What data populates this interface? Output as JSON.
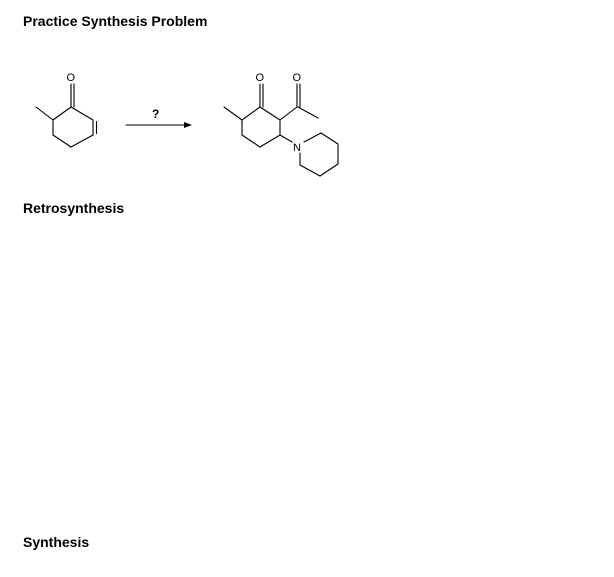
{
  "document": {
    "title": "Practice Synthesis Problem",
    "sections": [
      {
        "heading": "Retrosynthesis"
      },
      {
        "heading": "Synthesis"
      }
    ]
  },
  "scheme": {
    "reagent": "?",
    "starting_material": {
      "description_icon": "cyclohexenyl-methyl-ketone-structure",
      "atoms": {
        "oxygen": "O"
      }
    },
    "product": {
      "description_icon": "piperidinyl-cyclohexane-dione-structure",
      "atoms": {
        "oxygen_1": "O",
        "oxygen_2": "O",
        "nitrogen": "N"
      }
    }
  }
}
